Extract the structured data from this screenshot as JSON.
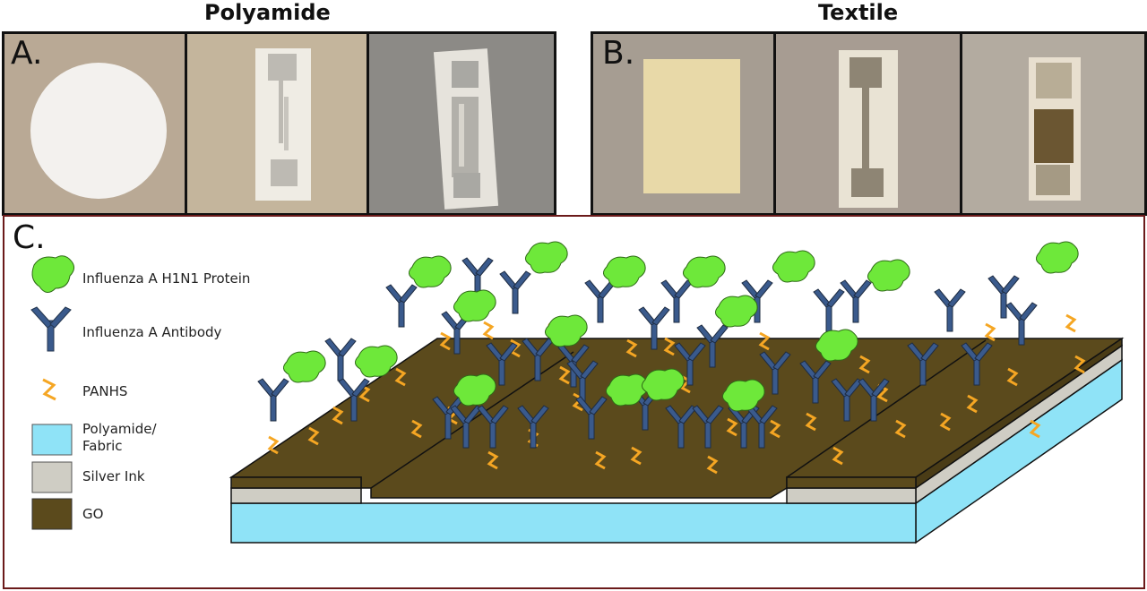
{
  "titles": {
    "left": "Polyamide",
    "right": "Textile"
  },
  "panels": {
    "a": "A.",
    "b": "B.",
    "c": "C."
  },
  "legend": {
    "protein": "Influenza A H1N1 Protein",
    "antibody": "Influenza A Antibody",
    "panhs": "PANHS",
    "polyamide_line1": "Polyamide/",
    "polyamide_line2": "Fabric",
    "silver": "Silver Ink",
    "go": "GO"
  },
  "colors": {
    "protein": "#6ee83a",
    "antibody": "#3a5a8c",
    "panhs": "#f5a623",
    "substrate": "#8fe3f7",
    "silver": "#cfcdc4",
    "go": "#5b4a1c",
    "frame": "#6b1a1a"
  }
}
